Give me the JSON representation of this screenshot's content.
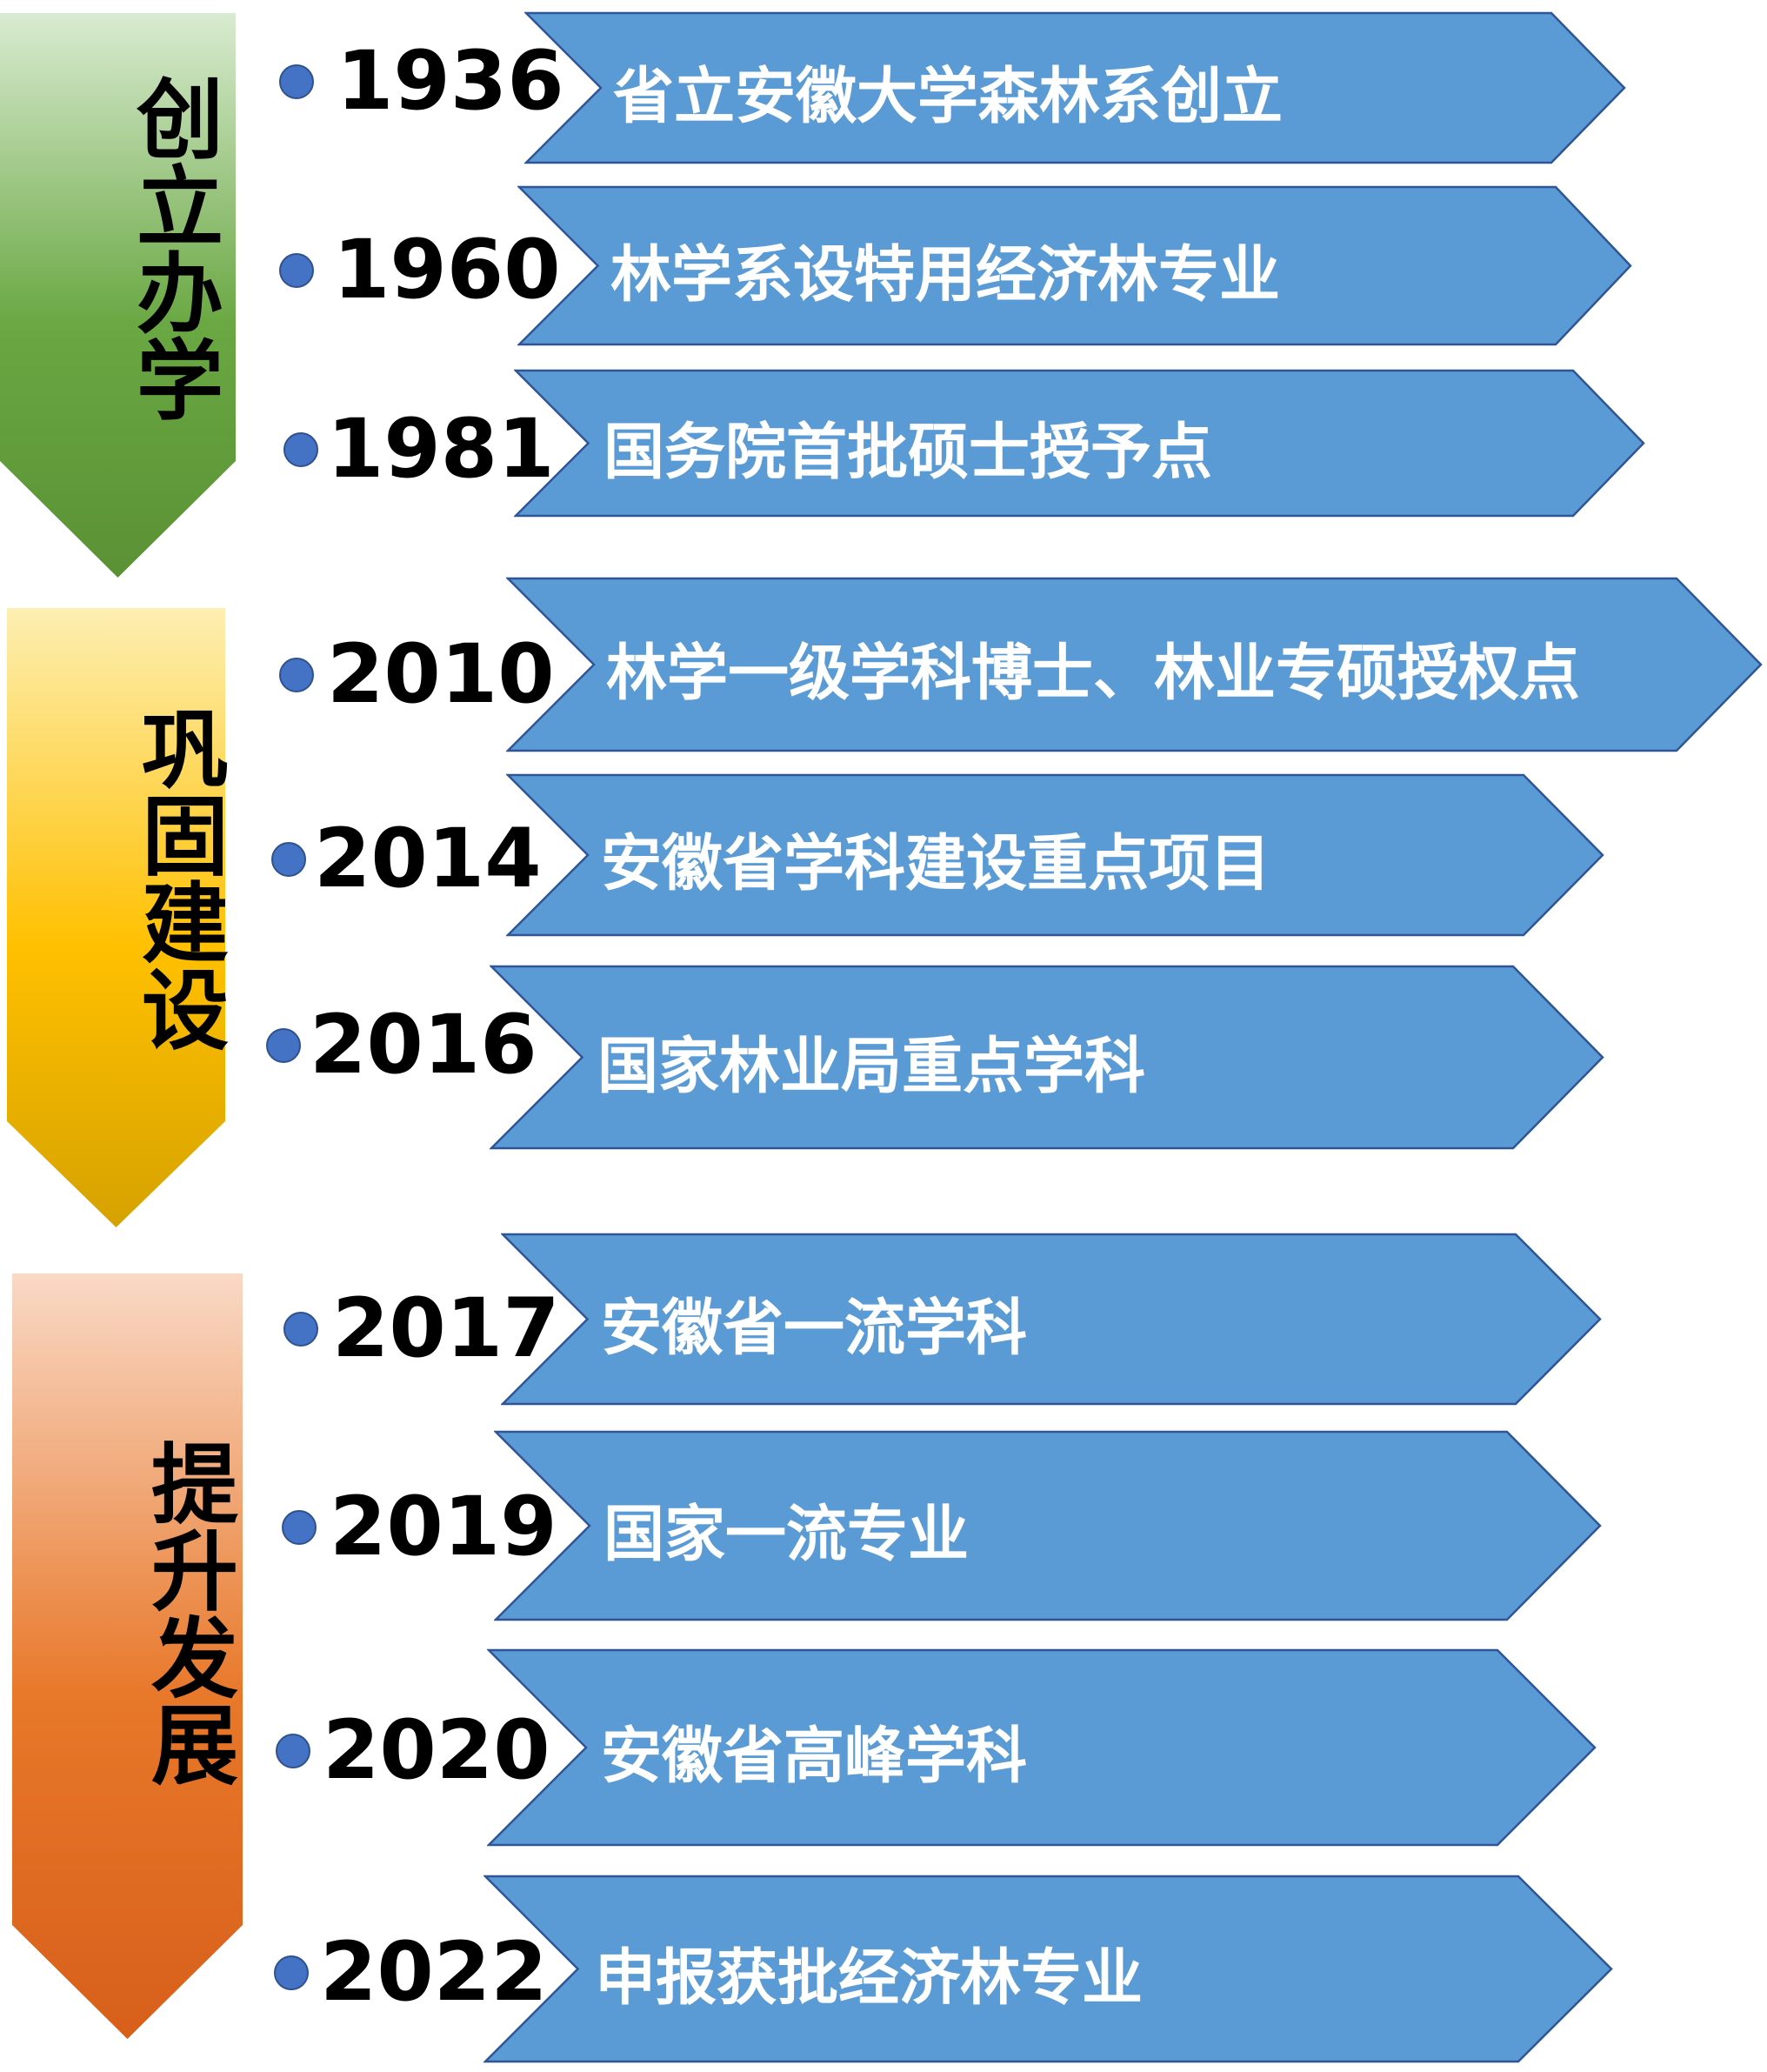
{
  "phases": [
    {
      "label": "创立办学",
      "colors": [
        "#d9ebd1",
        "#6aa843",
        "#5a9134"
      ]
    },
    {
      "label": "巩固建设",
      "colors": [
        "#fdefb3",
        "#ffc000",
        "#d6a200"
      ]
    },
    {
      "label": "提升发展",
      "colors": [
        "#f9d9c6",
        "#e8782a",
        "#d75f1a"
      ]
    }
  ],
  "arrow_color": "#5b9bd5",
  "arrow_border": "#2f5597",
  "events": [
    {
      "year": "1936",
      "text": "省立安徽大学森林系创立"
    },
    {
      "year": "1960",
      "text": "林学系设特用经济林专业"
    },
    {
      "year": "1981",
      "text": "国务院首批硕士授予点"
    },
    {
      "year": "2010",
      "text": "林学一级学科博士、林业专硕授权点"
    },
    {
      "year": "2014",
      "text": "安徽省学科建设重点项目"
    },
    {
      "year": "2016",
      "text": "国家林业局重点学科"
    },
    {
      "year": "2017",
      "text": "安徽省一流学科"
    },
    {
      "year": "2019",
      "text": "国家一流专业"
    },
    {
      "year": "2020",
      "text": "安徽省高峰学科"
    },
    {
      "year": "2022",
      "text": "申报获批经济林专业"
    }
  ]
}
